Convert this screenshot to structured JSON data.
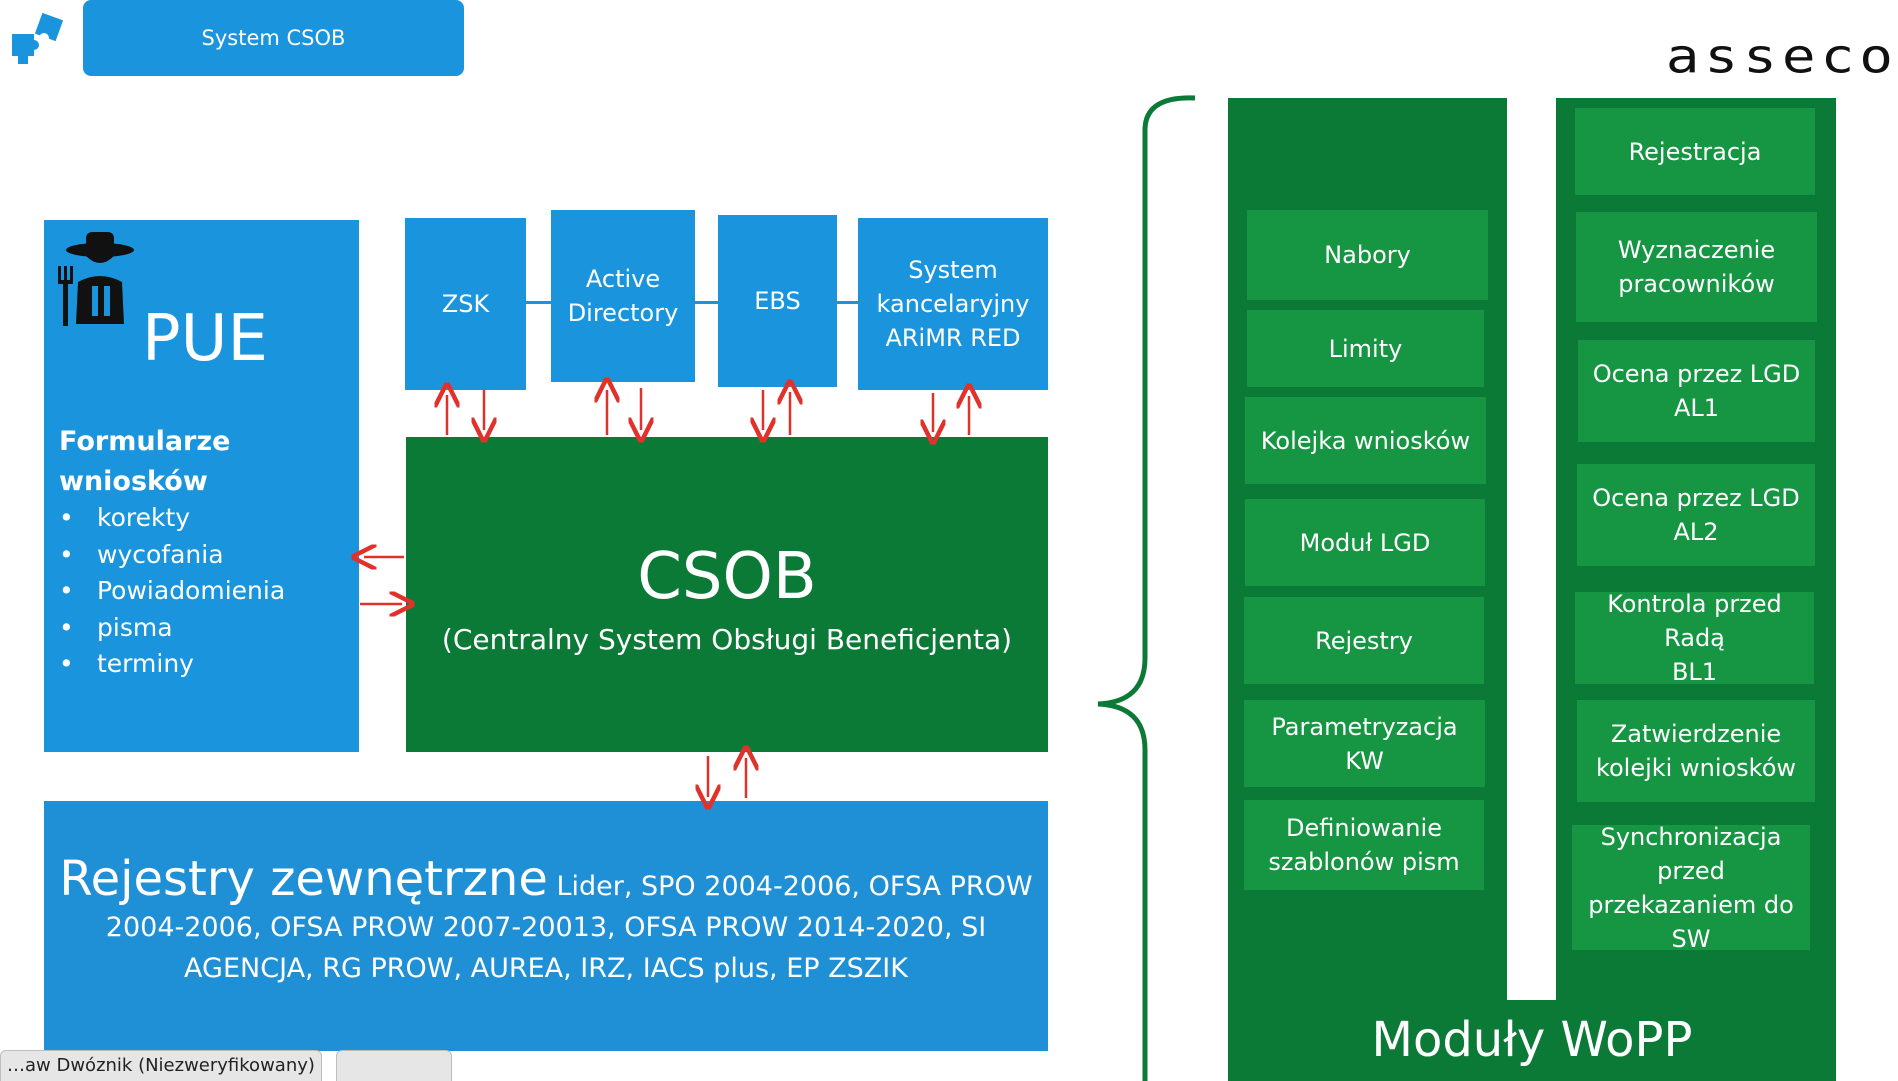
{
  "header": {
    "title": "System CSOB"
  },
  "logo": {
    "text": "asseco"
  },
  "pue": {
    "title": "PUE",
    "subtitle": "Formularze wniosków",
    "items": [
      "korekty",
      "wycofania",
      "Powiadomienia",
      "pisma",
      "terminy"
    ]
  },
  "top_systems": [
    {
      "label": "ZSK"
    },
    {
      "label": "Active\nDirectory"
    },
    {
      "label": "EBS"
    },
    {
      "label": "System\nkancelaryjny\nARiMR RED"
    }
  ],
  "csob": {
    "title": "CSOB",
    "subtitle": "(Centralny System Obsługi Beneficjenta)"
  },
  "registries": {
    "title": "Rejestry zewnętrzne",
    "line1": "Lider, SPO 2004-2006, OFSA PROW",
    "line2": "2004-2006, OFSA PROW 2007-20013, OFSA PROW 2014-2020, SI",
    "line3": "AGENCJA, RG PROW, AUREA, IRZ, IACS plus, EP ZSZIK"
  },
  "modules_left": [
    "Nabory",
    "Limity",
    "Kolejka wniosków",
    "Moduł LGD",
    "Rejestry",
    "Parametryzacja\nKW",
    "Definiowanie\nszablonów pism"
  ],
  "modules_right": [
    "Rejestracja",
    "Wyznaczenie\npracowników",
    "Ocena przez LGD\nAL1",
    "Ocena przez LGD\nAL2",
    "Kontrola przed\nRadą\nBL1",
    "Zatwierdzenie\nkolejki wniosków",
    "Synchronizacja\nprzed\nprzekazaniem do\nSW"
  ],
  "wopp": {
    "title": "Moduły WoPP"
  },
  "bottom_bar": {
    "participant": "…aw Dwóznik (Niezweryfikowany)"
  },
  "colors": {
    "blue": "#1a95dd",
    "dark_green": "#0b7a37",
    "module_green": "#169643",
    "arrow_red": "#e0322b",
    "brace_green": "#0b7a37"
  }
}
